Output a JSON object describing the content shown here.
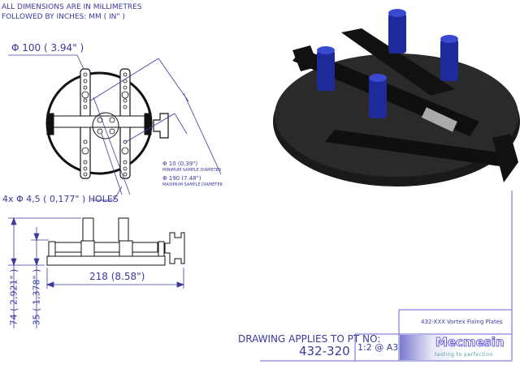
{
  "notes": {
    "line1": "ALL DIMENSIONS ARE IN MILLIMETRES",
    "line2": "FOLLOWED BY INCHES:    MM ( IN\" )"
  },
  "dimensions": {
    "diameter_100": "Φ 100 ( 3.94\" )",
    "min_sample": "Φ 10 (0.39\")",
    "min_sample_label": "MINIMUM SAMPLE DIAMETER",
    "max_sample": "Φ 190 (7.48\")",
    "max_sample_label": "MAXIMUM SAMPLE DIAMETER",
    "holes": "4x Φ 4,5 ( 0,177\" ) HOLES",
    "width": "218 (8.58\")",
    "height_total": "74 ( 2,921\" )",
    "height_base": "35 ( 1,378\" )"
  },
  "title_block": {
    "applies_label": "DRAWING APPLIES TO PT NO:",
    "part_number": "432-320",
    "scale": "1:2 @ A3",
    "title": "432-XXX Vortex Fixing Plates",
    "logo": "Mecmesin",
    "tagline": "testing to perfection"
  },
  "colors": {
    "ink": "#3b3b9e",
    "part": "#1a1a1a",
    "cylinder": "#1e2a9a"
  }
}
